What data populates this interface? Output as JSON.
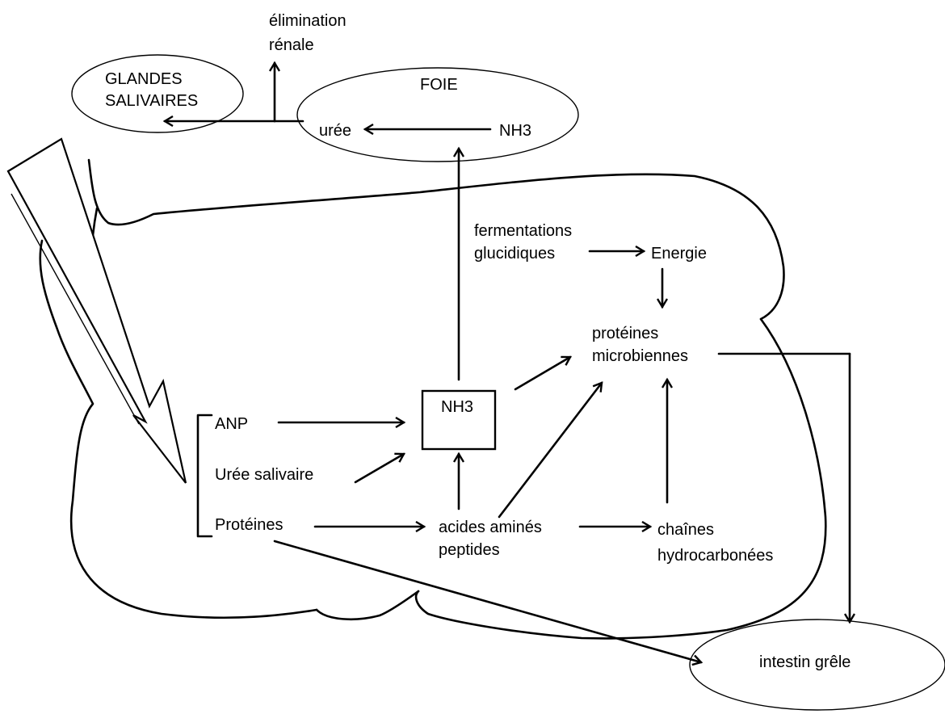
{
  "labels": {
    "elimination_line1": "élimination",
    "elimination_line2": "rénale",
    "glandes_line1": "GLANDES",
    "glandes_line2": "SALIVAIRES",
    "foie": "FOIE",
    "uree": "urée",
    "nh3_foie": "NH3",
    "fermentations_line1": "fermentations",
    "fermentations_line2": "glucidiques",
    "energie": "Energie",
    "proteines_microbiennes_line1": "protéines",
    "proteines_microbiennes_line2": "microbiennes",
    "nh3_rumen": "NH3",
    "anp": "ANP",
    "uree_salivaire": "Urée salivaire",
    "proteines": "Protéines",
    "acides_amines_line1": "acides aminés",
    "acides_amines_line2": "peptides",
    "chaines_line1": "chaînes",
    "chaines_line2": "hydrocarbonées",
    "intestin": "intestin grêle"
  }
}
